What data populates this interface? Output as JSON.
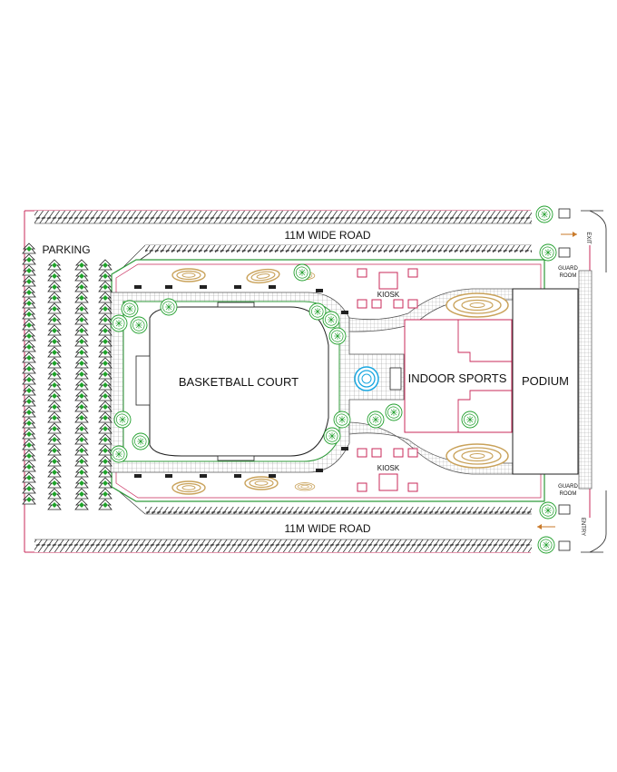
{
  "labels": {
    "road_top": "11M WIDE ROAD",
    "road_bottom": "11M WIDE ROAD",
    "parking": "PARKING",
    "basketball_court": "BASKETBALL COURT",
    "indoor_sports": "INDOOR SPORTS",
    "podium": "PODIUM",
    "kiosk_top": "KIOSK",
    "kiosk_bottom": "KIOSK",
    "guard_room_top_line1": "GUARD",
    "guard_room_top_line2": "ROOM",
    "guard_room_bottom_line1": "GUARD",
    "guard_room_bottom_line2": "ROOM",
    "exit": "EXIT",
    "entry": "ENTRY"
  },
  "colors": {
    "boundary": "#c8285a",
    "road_hatch": "#222222",
    "paving": "#9a9a9a",
    "green_edge": "#2f9a3a",
    "tree": "#1e9e2a",
    "parking_tree_fill": "#1fa32a",
    "sculpture": "#c9a25a",
    "fountain": "#1aa7e0",
    "kiosk": "#c8285a"
  }
}
